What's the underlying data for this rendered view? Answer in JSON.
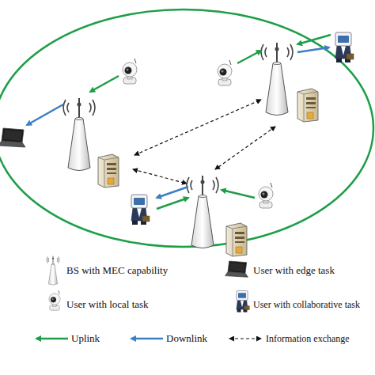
{
  "diagram": {
    "legend": [
      {
        "text": "BS with MEC capability"
      },
      {
        "text": "User with edge task"
      },
      {
        "text": "User with local task"
      },
      {
        "text": "User with collaborative task"
      },
      {
        "text": "Uplink"
      },
      {
        "text": "Downlink"
      },
      {
        "text": "Information exchange"
      }
    ]
  }
}
